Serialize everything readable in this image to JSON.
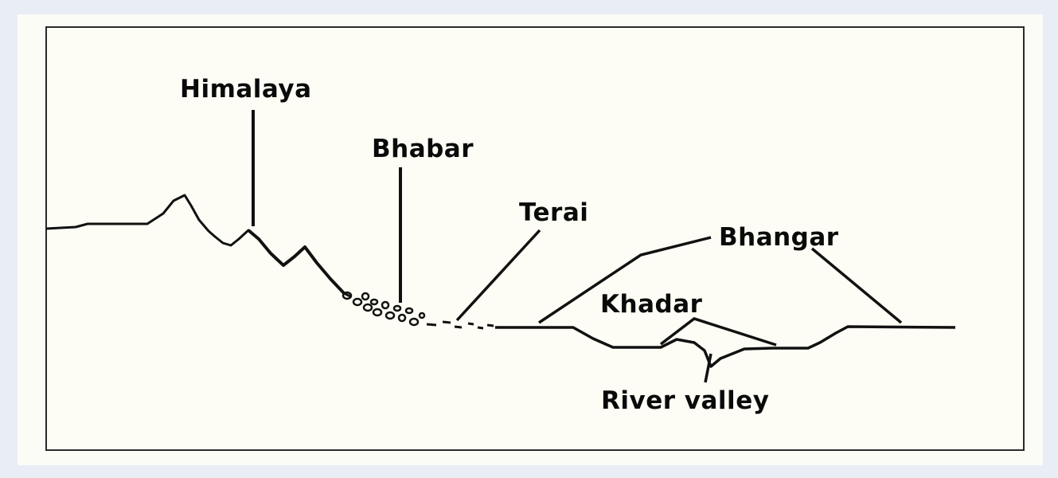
{
  "labels": {
    "himalaya": "Himalaya",
    "bhabar": "Bhabar",
    "terai": "Terai",
    "bhangar": "Bhangar",
    "khadar": "Khadar",
    "river_valley": "River valley"
  }
}
